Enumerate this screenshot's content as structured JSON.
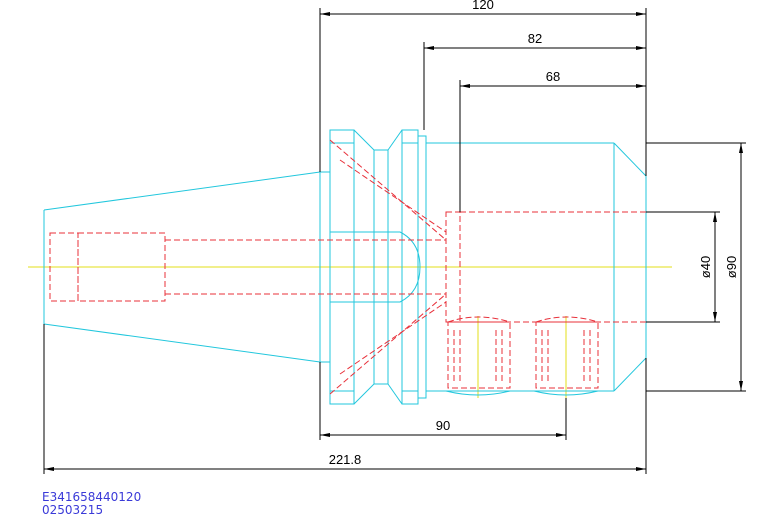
{
  "colors": {
    "outline": "#22c7dd",
    "hidden": "#e8303a",
    "centerline": "#e3df1a",
    "dimension": "#000000",
    "code_text": "#3a3ad8"
  },
  "dimensions": {
    "overall_length": "221.8",
    "length_120": "120",
    "length_82": "82",
    "length_68": "68",
    "length_90": "90",
    "diameter_40": "ø40",
    "diameter_90": "ø90"
  },
  "part_code": {
    "line1": "E341658440120",
    "line2": "02503215"
  }
}
